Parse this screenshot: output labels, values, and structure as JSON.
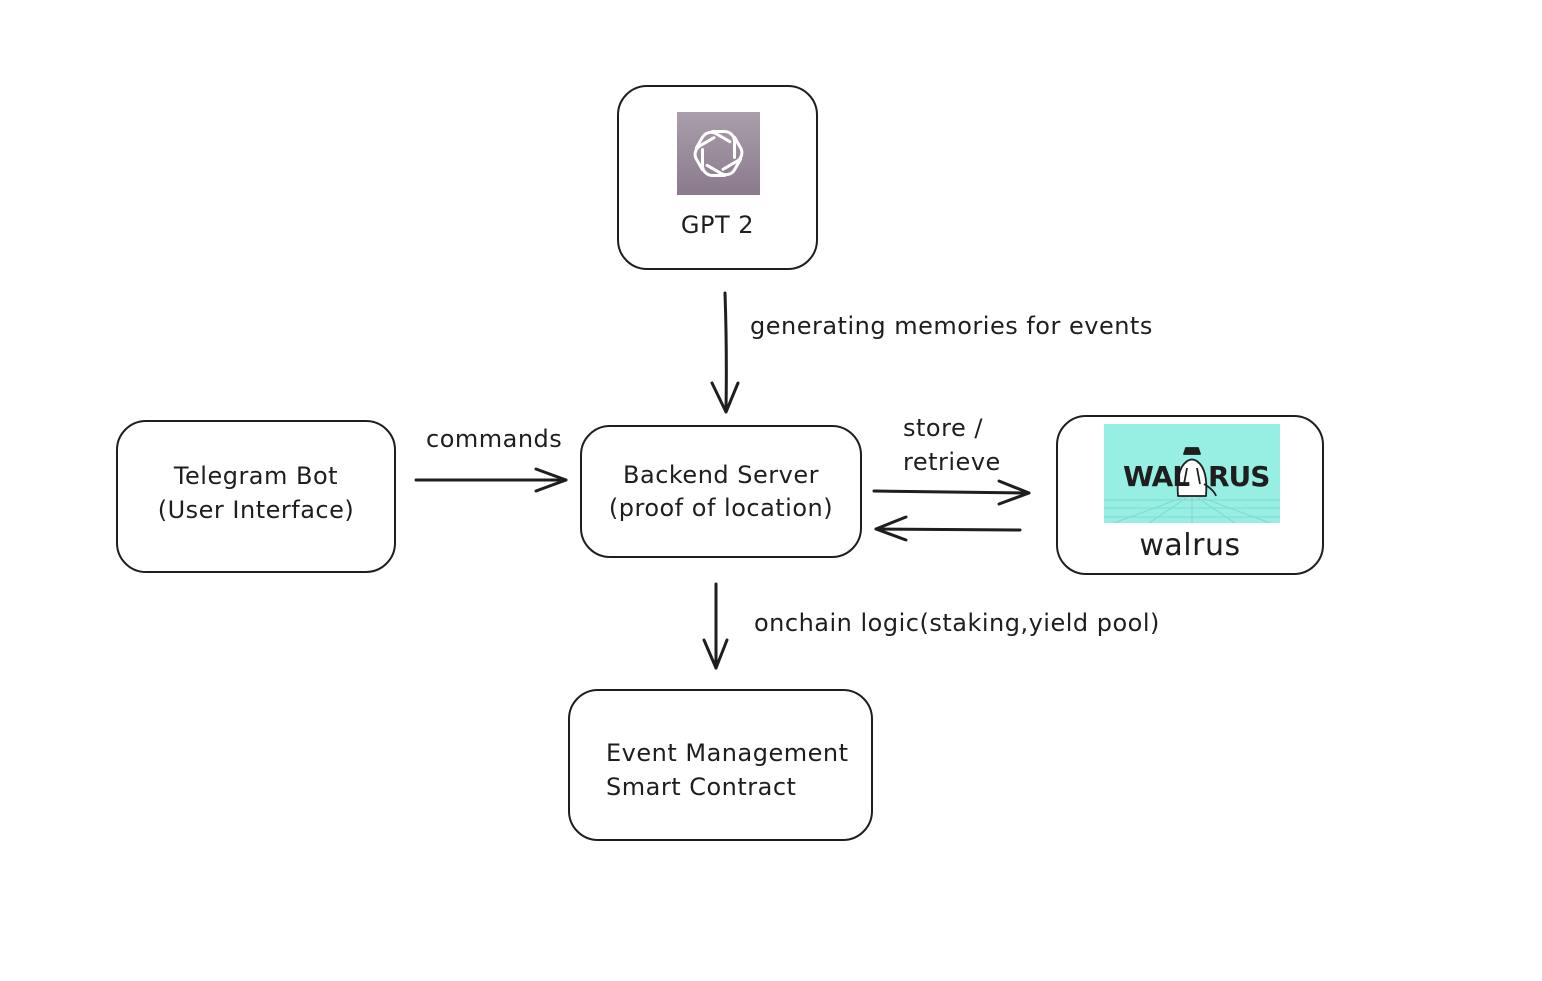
{
  "nodes": {
    "gpt": {
      "label": "GPT 2",
      "logo_icon": "openai-icon"
    },
    "telegram": {
      "line1": "Telegram Bot",
      "line2": "(User Interface)"
    },
    "backend": {
      "line1": "Backend Server",
      "line2": "(proof of location)"
    },
    "walrus": {
      "label": "walrus",
      "logo_text_left": "WAL",
      "logo_text_right": "RUS",
      "logo_icon": "walrus-icon"
    },
    "contract": {
      "line1": "Event Management",
      "line2": "Smart Contract"
    }
  },
  "edges": {
    "gpt_to_backend": "generating memories for events",
    "telegram_to_backend": "commands",
    "backend_walrus_line1": "store /",
    "backend_walrus_line2": "retrieve",
    "backend_to_contract": "onchain logic(staking,yield pool)"
  },
  "colors": {
    "stroke": "#1e1e1e",
    "gpt_logo_bg": "#9a8b9c",
    "walrus_logo_bg": "#97efe3"
  }
}
